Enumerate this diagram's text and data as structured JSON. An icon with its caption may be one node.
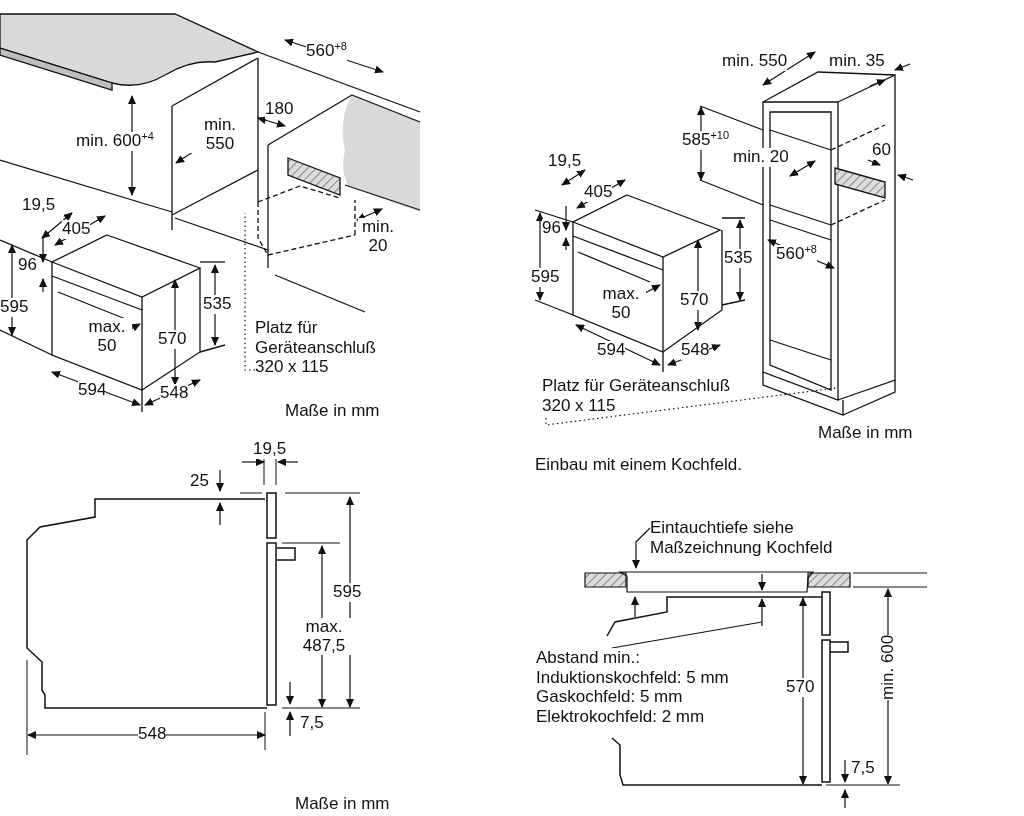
{
  "diagram": {
    "nodes": [
      {
        "text": [
          "Platz für Geräteanschluß 320 x 115"
        ]
      },
      {
        "text": [
          "Platz für Geräteanschluß 320 x 115"
        ]
      },
      {
        "text": [
          "Eintauchtiefe siehe Maßzeichnung Kochfeld"
        ]
      },
      {
        "text": [
          "Abstand min.:",
          "Induktionskochfeld: 5 mm",
          "Gaskochfeld: 5 mm",
          "Elektrokochfeld: 2 mm"
        ]
      }
    ],
    "edges": [
      {
        "from": 0,
        "to": null,
        "arrow": "none",
        "style": "dashed"
      },
      {
        "from": 1,
        "to": null,
        "arrow": "none",
        "style": "dashed"
      },
      {
        "from": 2,
        "to": null,
        "arrow": "to"
      },
      {
        "from": 3,
        "to": null,
        "arrow": "none"
      }
    ],
    "labels": [
      "560$^{+8}$",
      "180",
      "min. 600$^{+4}$",
      "min. 550",
      "min. 20",
      "19,5",
      "405",
      "96",
      "595",
      "535",
      "max. 50",
      "570",
      "594",
      "548",
      "Maße in mm",
      "min. 550",
      "min. 35",
      "585$^{+10}$",
      "60",
      "19,5",
      "min. 20",
      "405",
      "96",
      "595",
      "535",
      "560$^{+8}$",
      "max. 50",
      "570",
      "594",
      "548",
      "Maße in mm",
      "Einbau mit einem Kochfeld.",
      "19,5",
      "25",
      "595",
      "max. 487,5",
      "548",
      "7,5",
      "Maße in mm",
      "570",
      "min. 600",
      "7,5"
    ]
  }
}
